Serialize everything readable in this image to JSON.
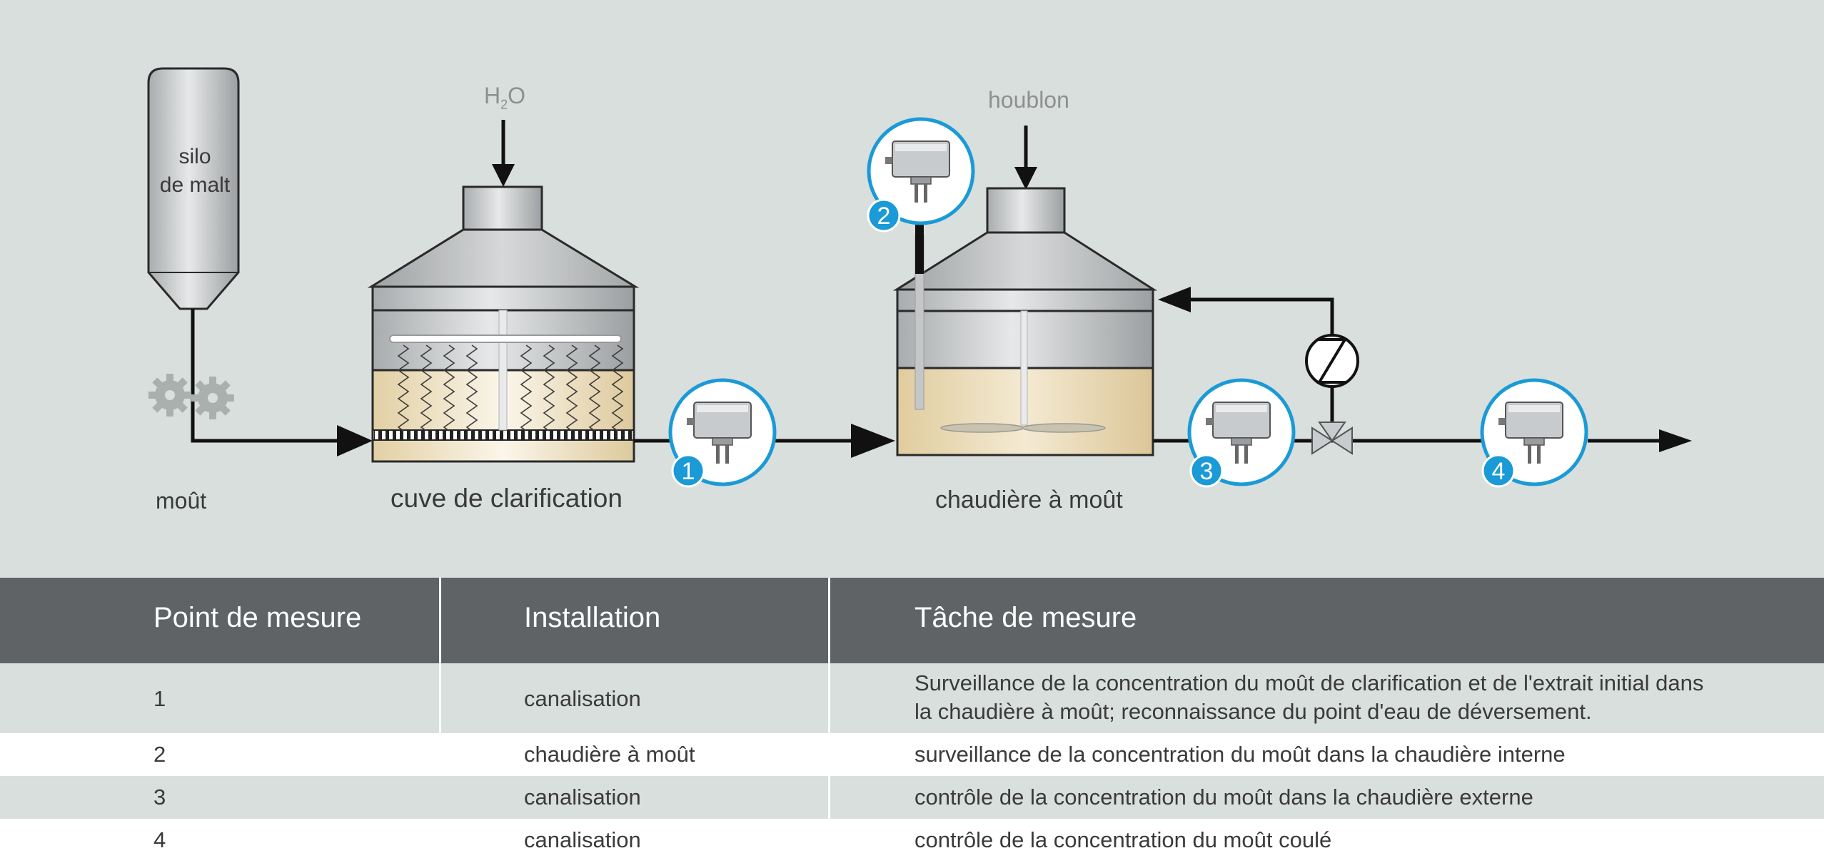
{
  "diagram": {
    "silo_line1": "silo",
    "silo_line2": "de malt",
    "h2o_main": "H",
    "h2o_sub": "2",
    "h2o_end": "O",
    "hops": "houblon",
    "wort": "moût",
    "lauter_tun": "cuve de clarification",
    "wort_kettle": "chaudière à moût",
    "badges": [
      "1",
      "2",
      "3",
      "4"
    ]
  },
  "table": {
    "headers": [
      "Point de mesure",
      "Installation",
      "Tâche de mesure"
    ],
    "rows": [
      {
        "point": "1",
        "installation": "canalisation",
        "task_line1": "Surveillance de la concentration du moût de clarification et de l'extrait initial dans",
        "task_line2": "la chaudière à moût; reconnaissance du point d'eau de déversement."
      },
      {
        "point": "2",
        "installation": "chaudière à moût",
        "task_line1": "surveillance de la concentration du moût dans la chaudière interne",
        "task_line2": ""
      },
      {
        "point": "3",
        "installation": "canalisation",
        "task_line1": "contrôle de la concentration du moût dans la chaudière externe",
        "task_line2": ""
      },
      {
        "point": "4",
        "installation": "canalisation",
        "task_line1": "contrôle de la concentration du moût coulé",
        "task_line2": ""
      }
    ]
  },
  "colors": {
    "background": "#d9dfdd",
    "header_bg": "#5f6366",
    "badge_blue": "#1a9ad6",
    "liquid": "#ebdcb8",
    "steel": "#b9bcbe"
  }
}
